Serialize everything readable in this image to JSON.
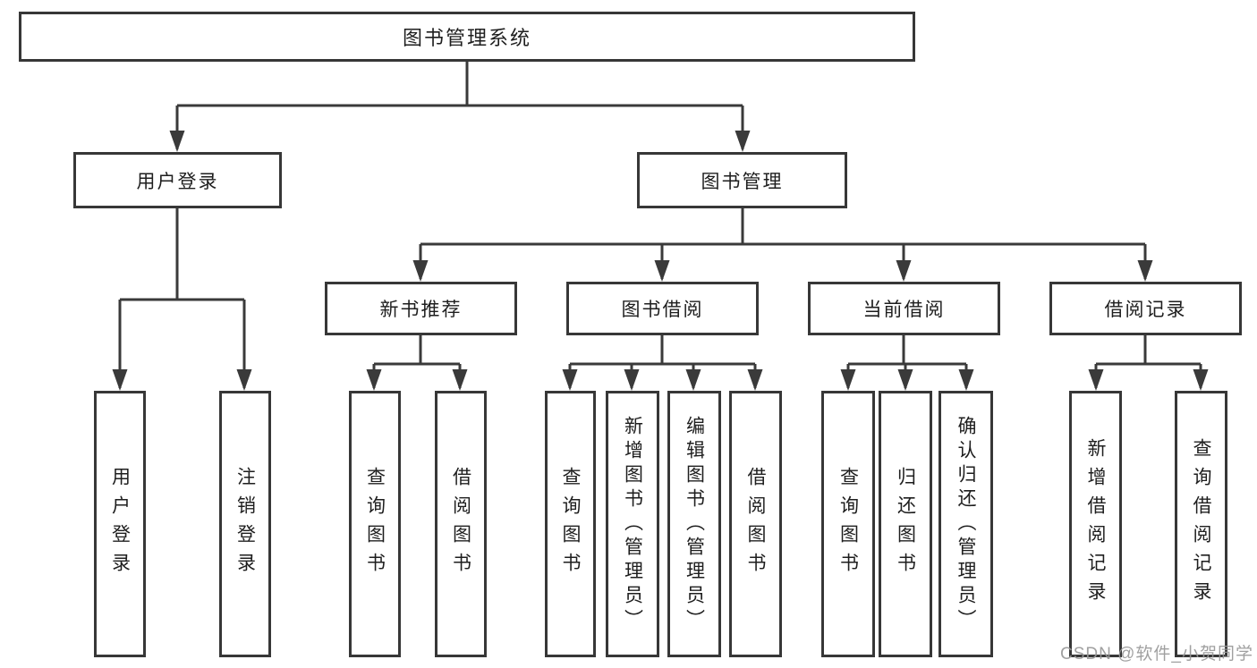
{
  "diagram": {
    "title": "图书管理系统",
    "watermark": "CSDN @软件_小贺同学",
    "colors": {
      "line": "#3a3a3a",
      "box_border": "#373737",
      "box_fill": "#ffffff",
      "text": "#1e1e1e",
      "watermark": "#989898"
    },
    "nodes": {
      "root": {
        "label": "图书管理系统"
      },
      "login": {
        "label": "用户登录"
      },
      "mgmt": {
        "label": "图书管理"
      },
      "newbook": {
        "label": "新书推荐"
      },
      "borrow": {
        "label": "图书借阅"
      },
      "current": {
        "label": "当前借阅"
      },
      "record": {
        "label": "借阅记录"
      },
      "login_user": {
        "label": "用户登录"
      },
      "login_logout": {
        "label": "注销登录"
      },
      "newbook_query": {
        "label": "查询图书"
      },
      "newbook_borrow": {
        "label": "借阅图书"
      },
      "borrow_query": {
        "label": "查询图书"
      },
      "borrow_add": {
        "label": "新增图书（管理员）"
      },
      "borrow_edit": {
        "label": "编辑图书（管理员）"
      },
      "borrow_borrow": {
        "label": "借阅图书"
      },
      "current_query": {
        "label": "查询图书"
      },
      "current_return": {
        "label": "归还图书"
      },
      "current_confirm": {
        "label": "确认归还（管理员）"
      },
      "record_add": {
        "label": "新增借阅记录"
      },
      "record_query": {
        "label": "查询借阅记录"
      }
    },
    "edges": [
      {
        "from": "root",
        "to": "login"
      },
      {
        "from": "root",
        "to": "mgmt"
      },
      {
        "from": "login",
        "to": "login_user"
      },
      {
        "from": "login",
        "to": "login_logout"
      },
      {
        "from": "mgmt",
        "to": "newbook"
      },
      {
        "from": "mgmt",
        "to": "borrow"
      },
      {
        "from": "mgmt",
        "to": "current"
      },
      {
        "from": "mgmt",
        "to": "record"
      },
      {
        "from": "newbook",
        "to": "newbook_query"
      },
      {
        "from": "newbook",
        "to": "newbook_borrow"
      },
      {
        "from": "borrow",
        "to": "borrow_query"
      },
      {
        "from": "borrow",
        "to": "borrow_add"
      },
      {
        "from": "borrow",
        "to": "borrow_edit"
      },
      {
        "from": "borrow",
        "to": "borrow_borrow"
      },
      {
        "from": "current",
        "to": "current_query"
      },
      {
        "from": "current",
        "to": "current_return"
      },
      {
        "from": "current",
        "to": "current_confirm"
      },
      {
        "from": "record",
        "to": "record_add"
      },
      {
        "from": "record",
        "to": "record_query"
      }
    ]
  }
}
